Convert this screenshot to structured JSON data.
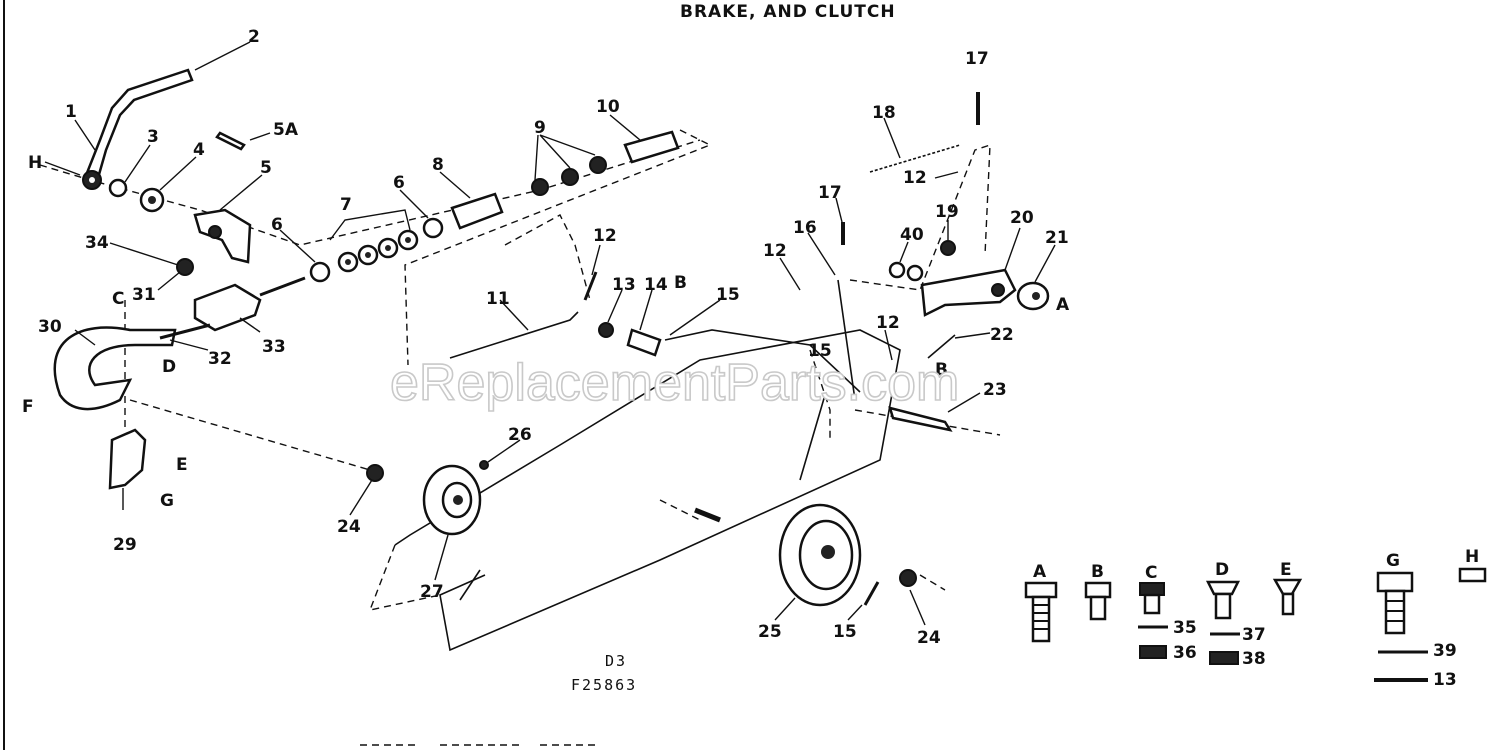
{
  "title": "BRAKE, AND CLUTCH",
  "watermark": "eReplacementParts.com",
  "footer": {
    "page_ref": "D3",
    "figure_code": "F25863"
  },
  "labels": {
    "n1": "1",
    "n2": "2",
    "n3": "3",
    "n4": "4",
    "n5": "5",
    "n5a": "5A",
    "n6a": "6",
    "n6b": "6",
    "n7": "7",
    "n8": "8",
    "n9": "9",
    "n10": "10",
    "n11": "11",
    "n12a": "12",
    "n12b": "12",
    "n12c": "12",
    "n12d": "12",
    "n13": "13",
    "n14": "14",
    "n15a": "15",
    "n15b": "15",
    "n15c": "15",
    "n16": "16",
    "n17a": "17",
    "n17b": "17",
    "n18": "18",
    "n19": "19",
    "n20": "20",
    "n21": "21",
    "n22": "22",
    "n23": "23",
    "n24a": "24",
    "n24b": "24",
    "n25": "25",
    "n26": "26",
    "n27": "27",
    "n29": "29",
    "n30": "30",
    "n31": "31",
    "n32": "32",
    "n33": "33",
    "n34": "34",
    "n40": "40",
    "ref_a": "A",
    "ref_b": "B",
    "ref_c": "C",
    "ref_d": "D",
    "ref_e": "E",
    "ref_f": "F",
    "ref_g": "G",
    "ref_h": "H"
  },
  "fastener_key": {
    "a": "A",
    "b": "B",
    "c": "C",
    "d": "D",
    "e": "E",
    "g": "G",
    "h": "H",
    "n35": "35",
    "n36": "36",
    "n37": "37",
    "n38": "38",
    "n39": "39",
    "n13": "13"
  }
}
